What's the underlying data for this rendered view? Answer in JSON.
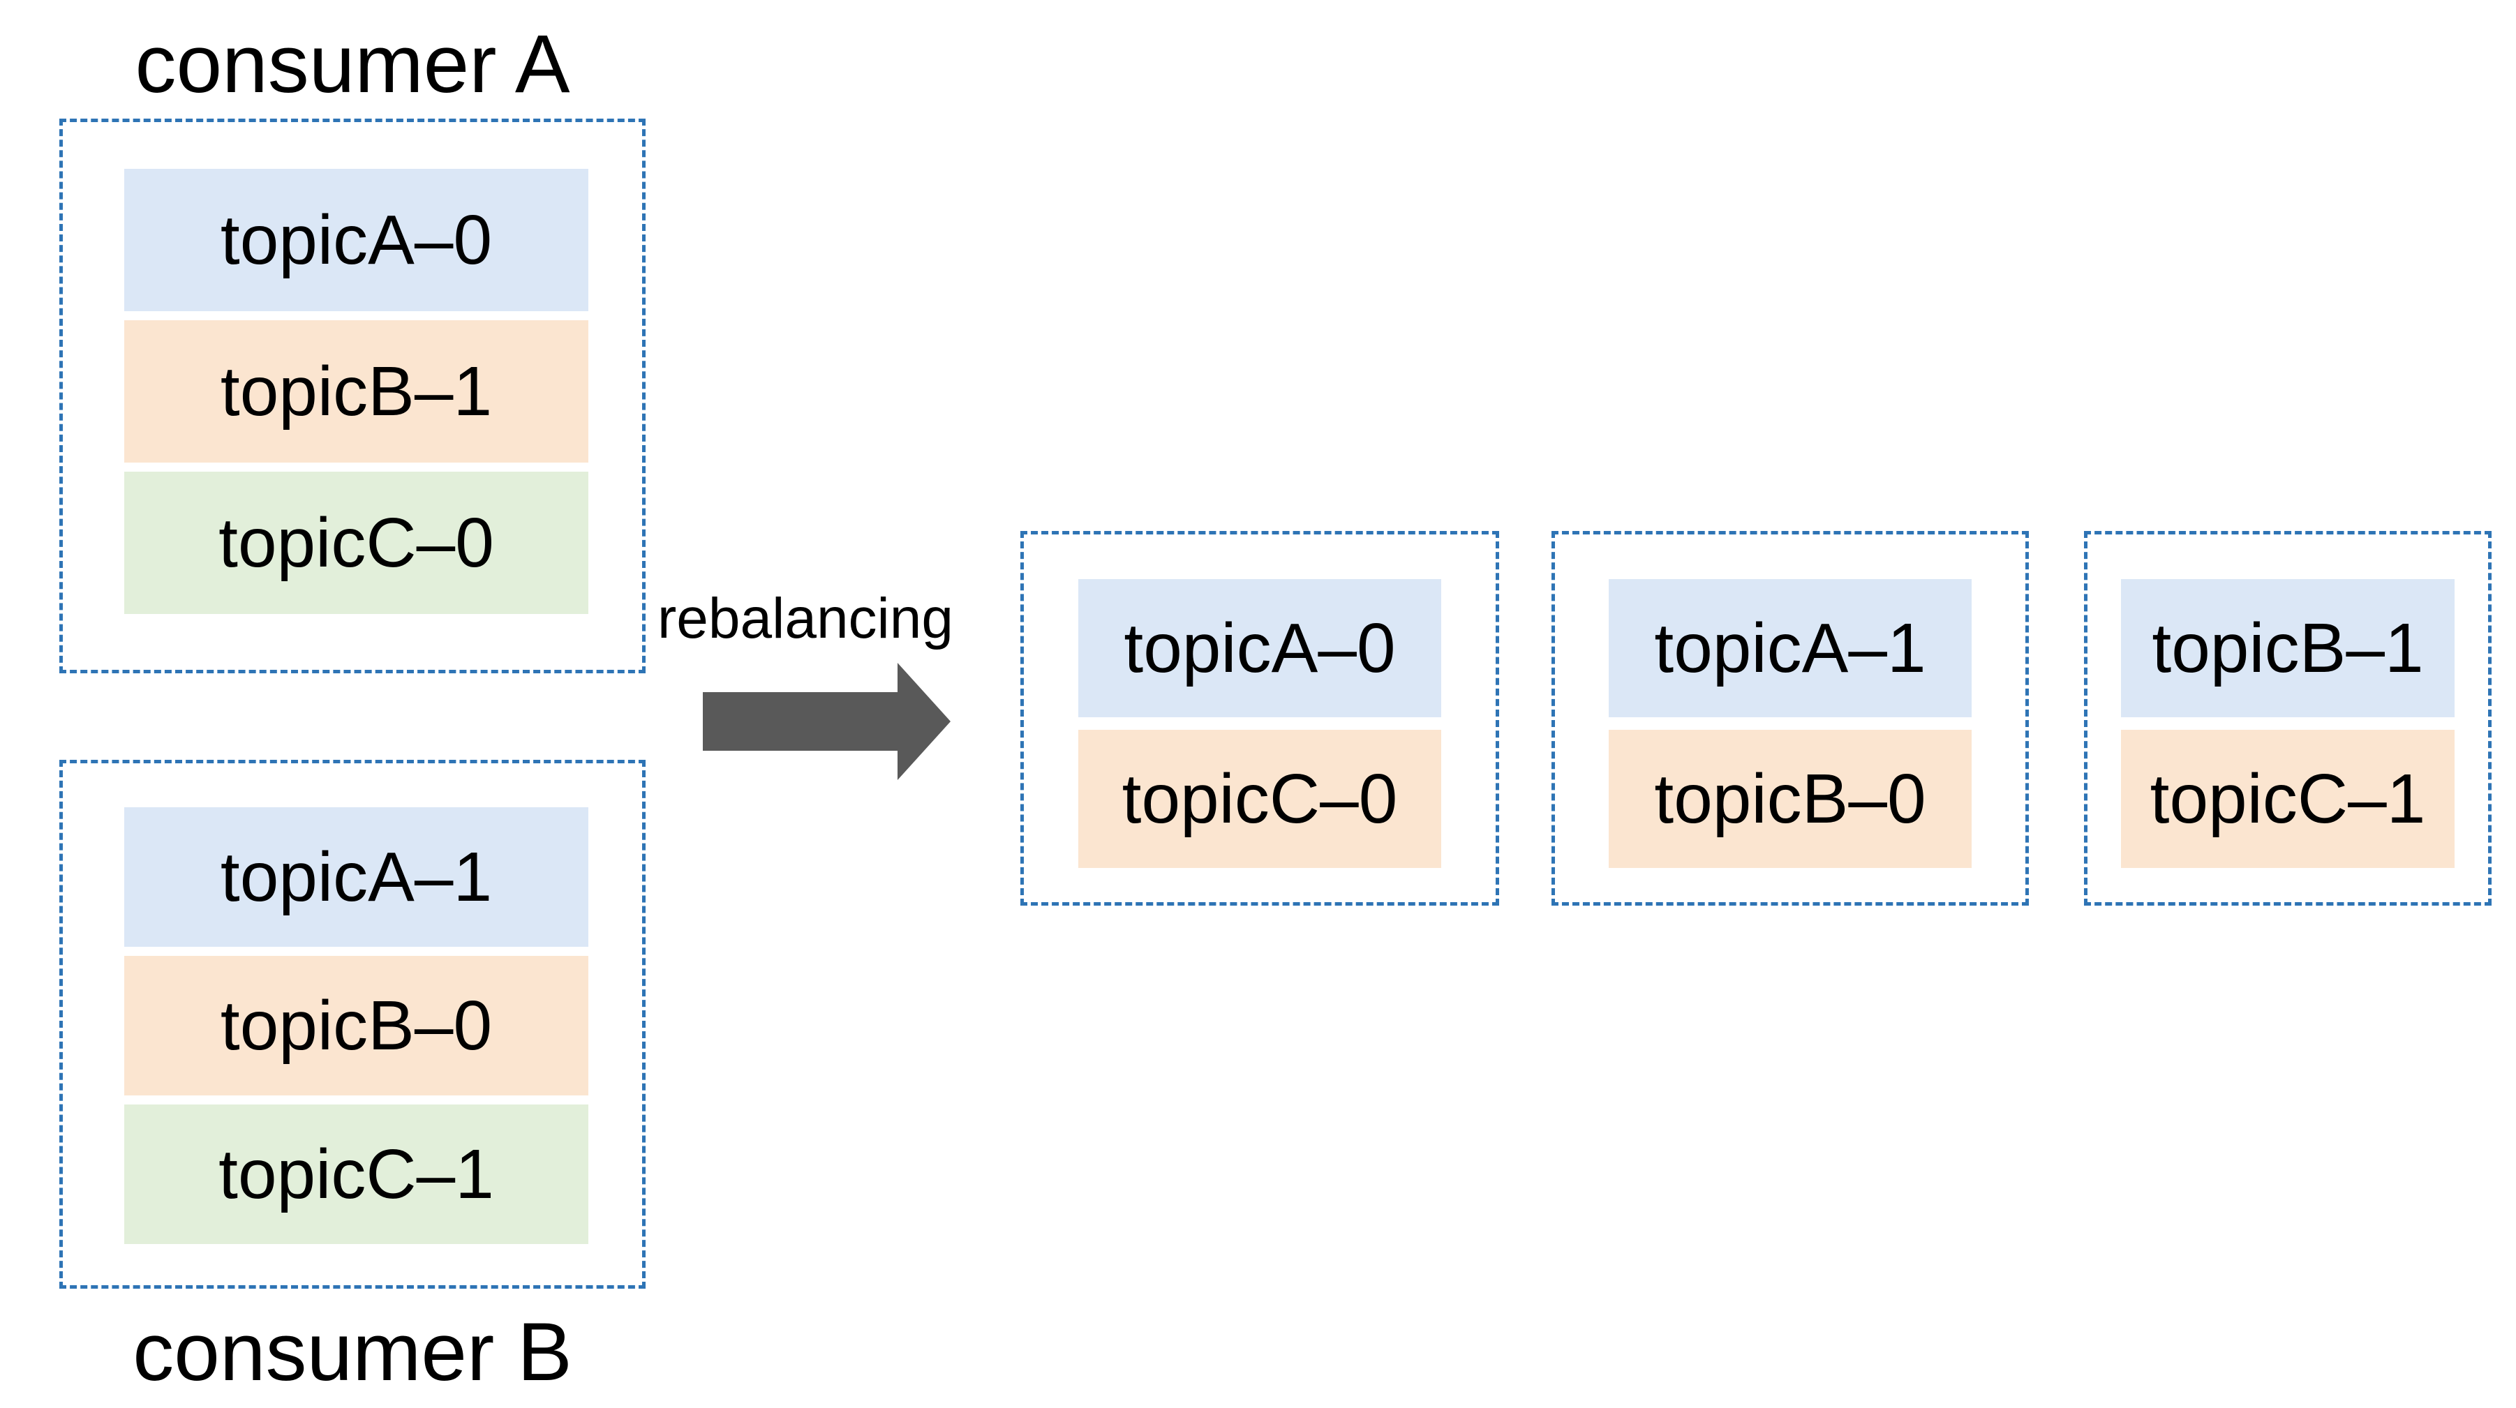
{
  "diagram": {
    "colors": {
      "blue": "#dbe7f6",
      "orange": "#fbe5d0",
      "green": "#e2efda",
      "box_border": "#2e74b5",
      "arrow": "#595959",
      "text": "#000000"
    },
    "left_groups": [
      {
        "label": "consumer A",
        "partitions": [
          {
            "text": "topicA–0",
            "color": "blue"
          },
          {
            "text": "topicB–1",
            "color": "orange"
          },
          {
            "text": "topicC–0",
            "color": "green"
          }
        ]
      },
      {
        "label": "consumer B",
        "partitions": [
          {
            "text": "topicA–1",
            "color": "blue"
          },
          {
            "text": "topicB–0",
            "color": "orange"
          },
          {
            "text": "topicC–1",
            "color": "green"
          }
        ]
      }
    ],
    "transition": {
      "label": "rebalancing"
    },
    "right_groups": [
      {
        "partitions": [
          {
            "text": "topicA–0",
            "color": "blue"
          },
          {
            "text": "topicC–0",
            "color": "orange"
          }
        ]
      },
      {
        "partitions": [
          {
            "text": "topicA–1",
            "color": "blue"
          },
          {
            "text": "topicB–0",
            "color": "orange"
          }
        ]
      },
      {
        "partitions": [
          {
            "text": "topicB–1",
            "color": "blue"
          },
          {
            "text": "topicC–1",
            "color": "orange"
          }
        ]
      }
    ]
  }
}
